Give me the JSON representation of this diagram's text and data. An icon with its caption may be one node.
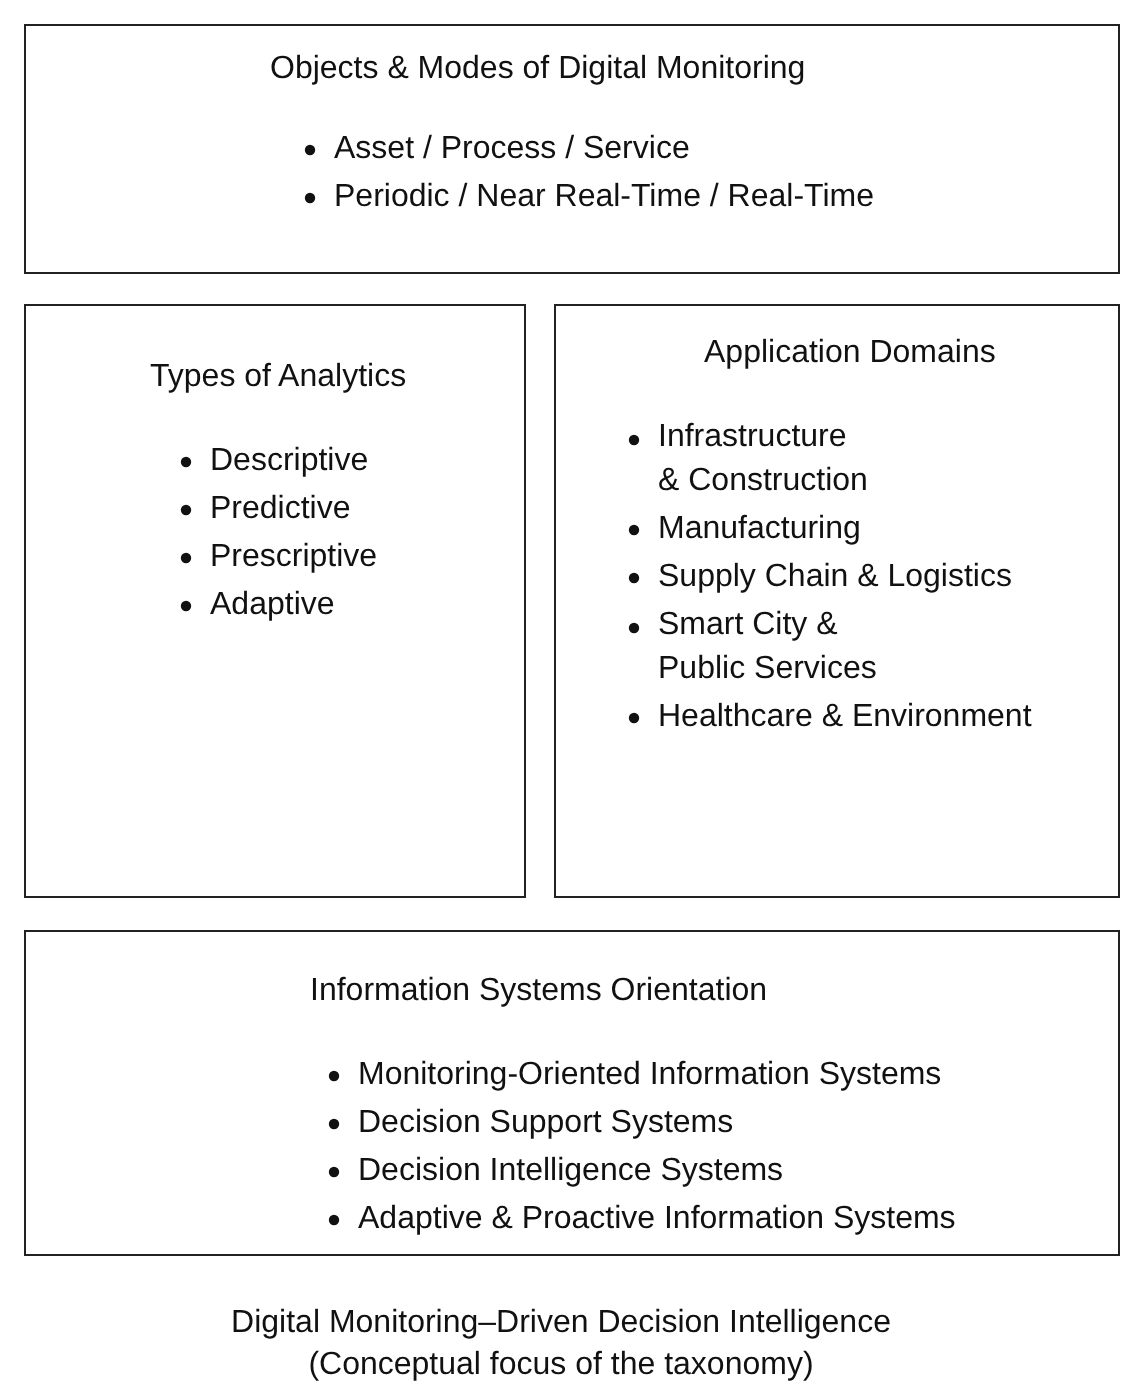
{
  "diagram": {
    "nodes": [
      {
        "text": [
          "Objects & Modes of Digital Monitoring",
          "Asset / Process / Service",
          "Periodic / Near Real-Time / Real-Time"
        ]
      },
      {
        "text": [
          "Types of Analytics",
          "Descriptive",
          "Predictive",
          "Prescriptive",
          "Adaptive"
        ]
      },
      {
        "text": [
          "Application Domains",
          "Infrastructure & Construction",
          "Manufacturing",
          "Supply Chain & Logistics",
          "Smart City & Public Services",
          "Healthcare & Environment"
        ]
      },
      {
        "text": [
          "Information Systems Orientation",
          "Monitoring-Oriented Information Systems",
          "Decision Support Systems",
          "Decision Intelligence Systems",
          "Adaptive & Proactive Information Systems"
        ]
      }
    ],
    "caption": "Digital Monitoring–Driven Decision Intelligence (Conceptual focus of the taxonomy)"
  }
}
